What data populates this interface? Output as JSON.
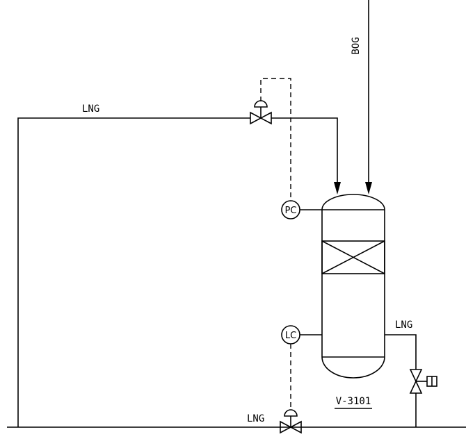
{
  "diagram": {
    "labels": {
      "lng_top": "LNG",
      "bog": "BOG",
      "lng_right": "LNG",
      "lng_bottom": "LNG",
      "vessel_tag": "V-3101"
    },
    "instruments": {
      "pressure_controller": "PC",
      "level_controller": "LC"
    }
  }
}
